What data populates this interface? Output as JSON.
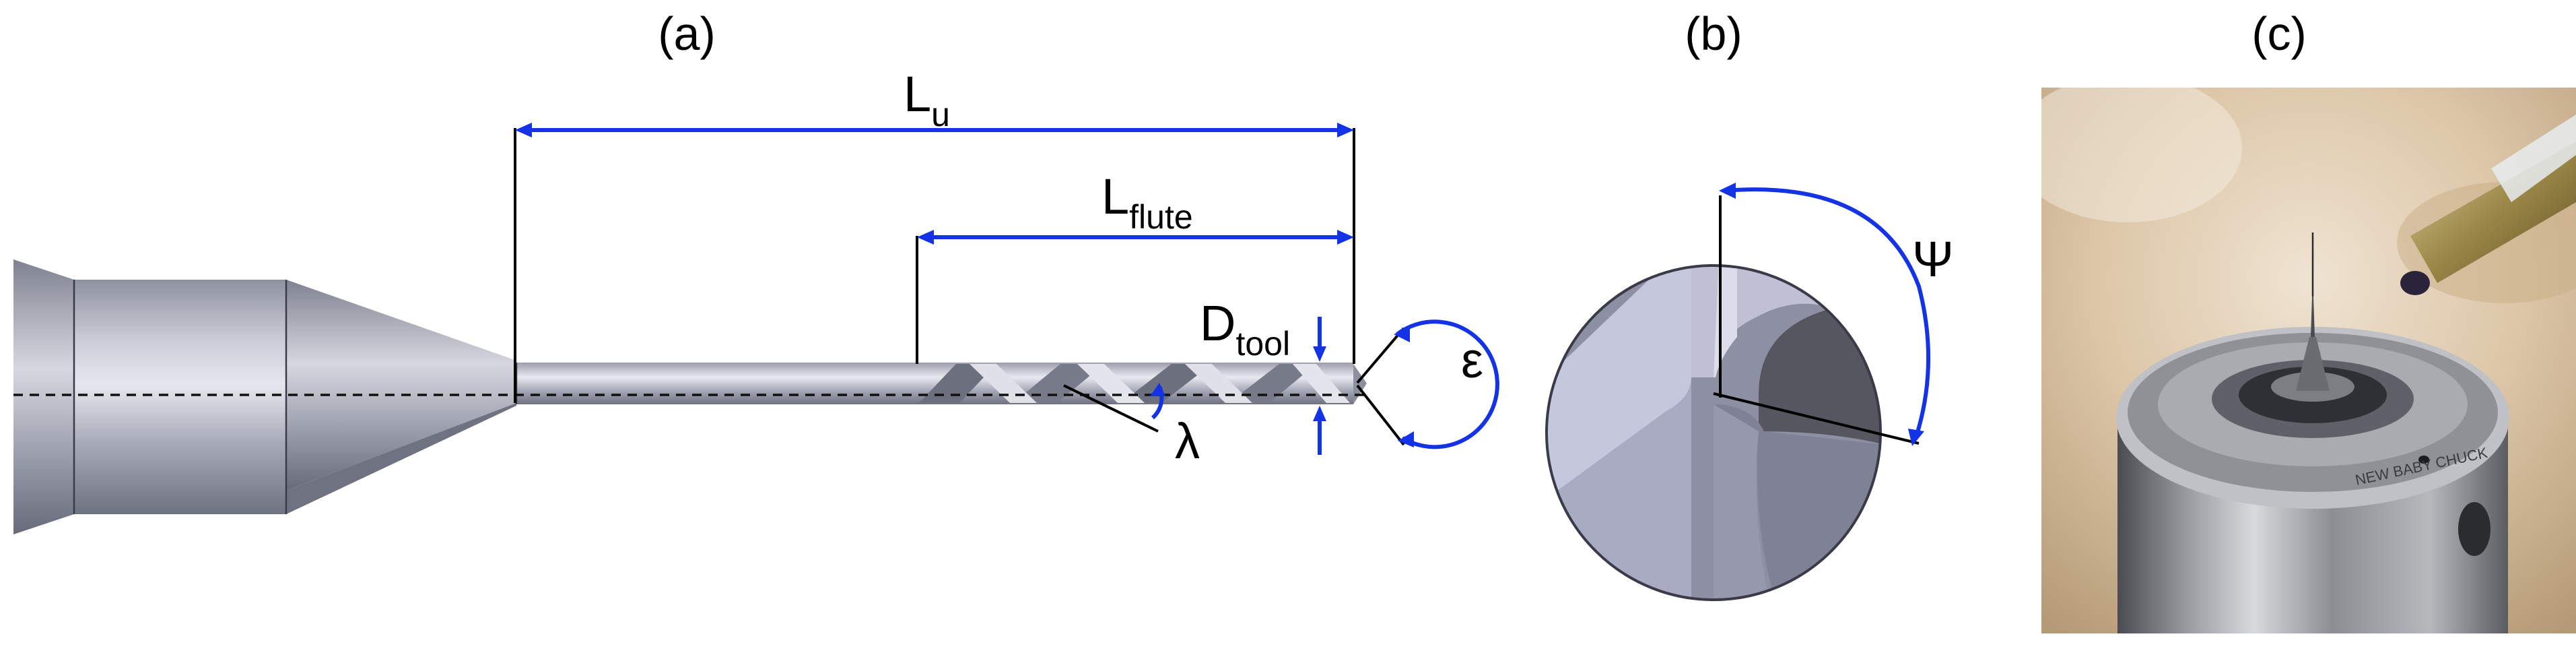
{
  "panels": {
    "a": {
      "label": "(a)"
    },
    "b": {
      "label": "(b)"
    },
    "c": {
      "label": "(c)"
    }
  },
  "dimensions": {
    "Lu": {
      "main": "L",
      "sub": "u"
    },
    "Lflute": {
      "main": "L",
      "sub": "flute"
    },
    "Dtool": {
      "main": "D",
      "sub": "tool"
    },
    "lambda": "λ",
    "epsilon": "ε",
    "psi": "Ψ"
  },
  "photo": {
    "chuck_engraving": "NEW BABY CHUCK"
  },
  "colors": {
    "dimension_line": "#1432e6",
    "extension_line": "#000000",
    "tool_body": "#9ea1b0",
    "tool_highlight": "#e2e3ec"
  }
}
